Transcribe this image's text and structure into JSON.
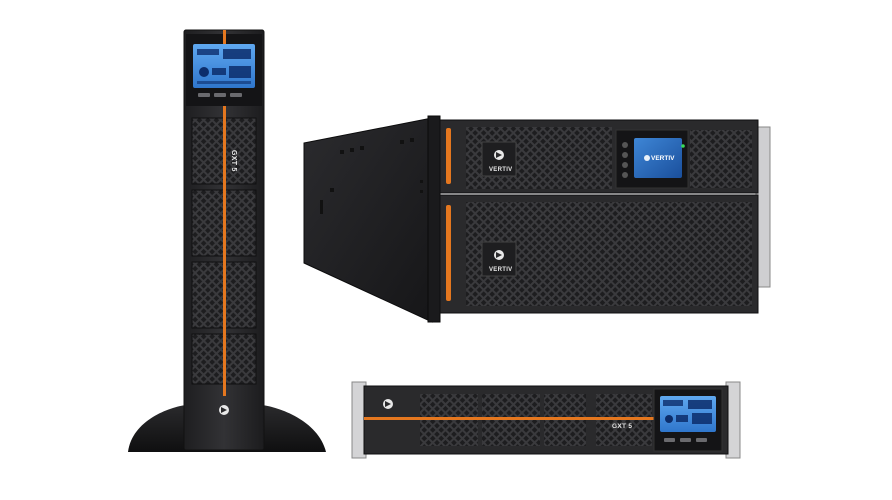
{
  "brand": {
    "name": "VERTIV",
    "logo_icon": "vertiv-chevron-icon",
    "accent_color": "#e4771f",
    "chassis_color": "#2a2a2c"
  },
  "tower_ups": {
    "model_label": "GXT 5"
  },
  "rack_6u_ups": {
    "logo_top": "VERTIV",
    "logo_bottom": "VERTIV",
    "display_brand": "VERTIV"
  },
  "rack_2u_ups": {
    "model_label": "GXT 5"
  }
}
